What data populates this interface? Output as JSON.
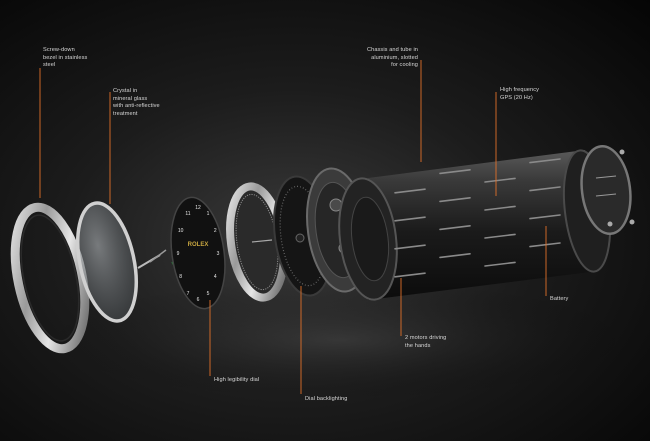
{
  "callouts": {
    "bezel": "Screw-down\nbezel in stainless\nsteel",
    "crystal": "Crystal in\nmineral glass\nwith anti-reflective\ntreatment",
    "chassis": "Chassis and tube in\naluminium, slotted\nfor cooling",
    "gps": "High frequency\nGPS (20 Hz)",
    "battery": "Battery",
    "motors": "2 motors driving\nthe hands",
    "dial": "High legibility dial",
    "backlighting": "Dial backlighting"
  },
  "dial_brand": "ROLEX",
  "dial_numerals": [
    "1",
    "2",
    "3",
    "4",
    "5",
    "6",
    "7",
    "8",
    "9",
    "10",
    "11",
    "12"
  ],
  "colors": {
    "leader": "#e0702a",
    "label_text": "#d8d8d8",
    "dial_face": "#111111",
    "brand_green": "#2a7a3a",
    "brand_gold": "#c8a640",
    "metal_light": "#d9d9d9",
    "metal_dark": "#5a5a5a",
    "tube": "#2c2c2c"
  }
}
